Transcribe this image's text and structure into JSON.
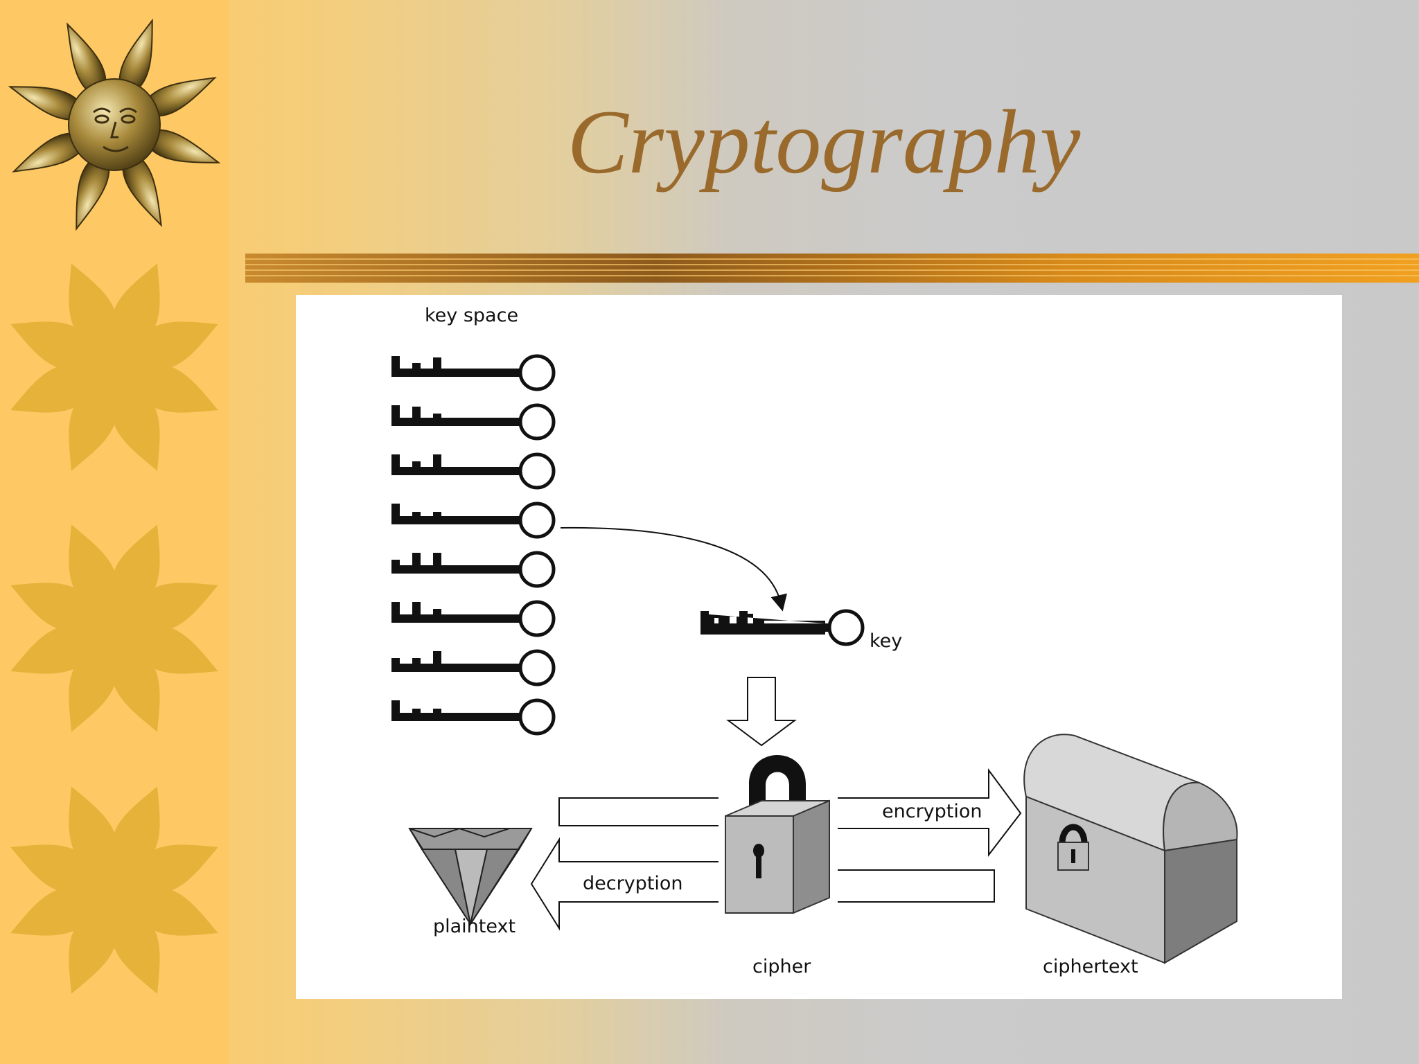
{
  "slide": {
    "title": "Cryptography"
  },
  "diagram": {
    "key_space_label": "key space",
    "key_label": "key",
    "encryption_label": "encryption",
    "decryption_label": "decryption",
    "plaintext_label": "plaintext",
    "cipher_label": "cipher",
    "ciphertext_label": "ciphertext",
    "key_count": 8
  },
  "colors": {
    "title": "#9a6a2c",
    "strip": "#fec864",
    "sun": "#e6b23a",
    "rule": "#b8741e"
  }
}
